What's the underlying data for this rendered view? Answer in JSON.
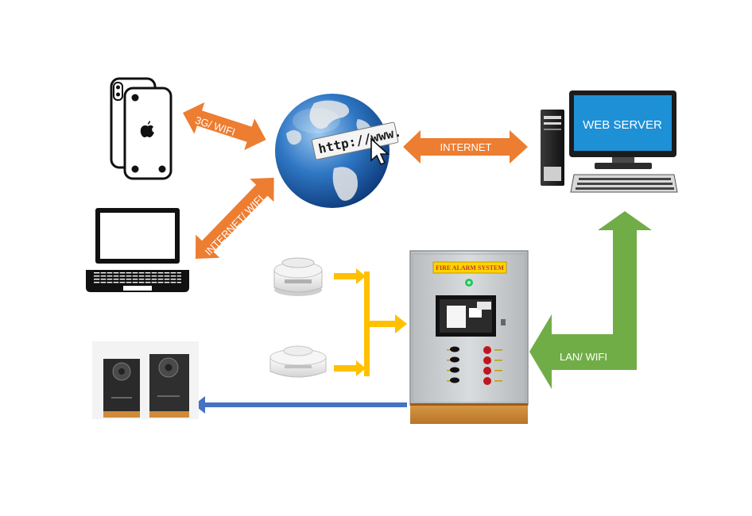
{
  "labels": {
    "phone_link": "3G/ WIFI",
    "laptop_link": "INTERNET/ WIFI",
    "internet_link": "INTERNET",
    "web_server": "WEB SERVER",
    "lan_link": "LAN/ WIFI",
    "panel_title": "FIRE ALARM SYSTEM",
    "url_text": "http://www."
  },
  "icons": [
    "smartphone-icon",
    "laptop-icon",
    "globe-icon",
    "web-server-icon",
    "smoke-detector-icon",
    "heat-detector-icon",
    "fire-alarm-panel-icon",
    "speakers-icon"
  ],
  "colors": {
    "orange_arrow": "#ed7d31",
    "green_arrow": "#70ad47",
    "yellow_arrow": "#ffc000",
    "blue_arrow": "#4472c4",
    "panel_body": "#c9ccce",
    "globe_blue": "#1f5fa8"
  }
}
